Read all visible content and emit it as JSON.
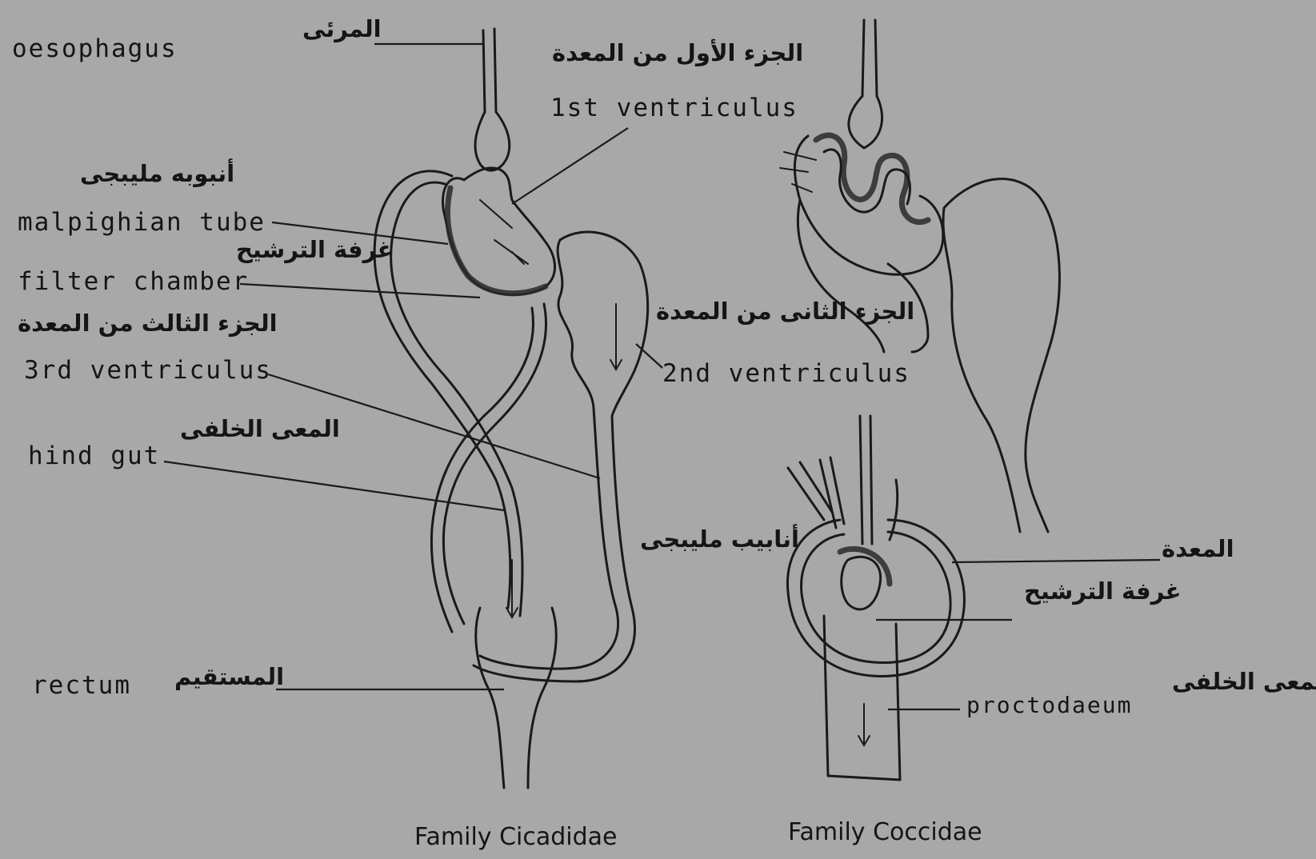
{
  "labels": {
    "oesophagus": "oesophagus",
    "oesophagus_ar": "المرئى",
    "first_ventriculus_ar": "الجزء الأول من المعدة",
    "first_ventriculus": "1st ventriculus",
    "malpighian_tube_ar": "أنبوبه مليبجى",
    "malpighian_tube": "malpighian tube",
    "filter_chamber_ar": "غرفة الترشيح",
    "filter_chamber": "filter chamber",
    "third_ventriculus_ar": "الجزء الثالث من المعدة",
    "third_ventriculus": "3rd ventriculus",
    "second_ventriculus_ar": "الجزء الثانى من المعدة",
    "second_ventriculus": "2nd ventriculus",
    "hind_gut": "hind gut",
    "hind_gut_ar": "المعى الخلفى",
    "malpighian_tubes_ar": "أنابيب مليبجى",
    "stomach_ar": "المعدة",
    "filter_chamber_ar_2": "غرفة الترشيح",
    "rectum": "rectum",
    "rectum_ar": "المستقيم",
    "proctodaeum": "proctodaeum",
    "proctodaeum_ar": "المعى الخلفى"
  },
  "captions": {
    "cicadidae": "Family Cicadidae",
    "coccidae": "Family Coccidae"
  },
  "colors": {
    "background": "#a8a8a8",
    "ink": "#1a1a1a"
  }
}
